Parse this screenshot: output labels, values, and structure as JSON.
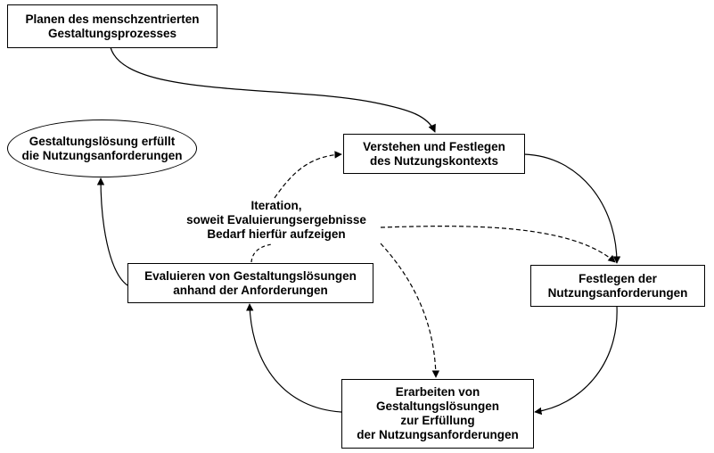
{
  "diagram": {
    "nodes": {
      "plan": {
        "lines": [
          "Planen des menschzentrierten",
          "Gestaltungsprozesses"
        ]
      },
      "context": {
        "lines": [
          "Verstehen und Festlegen",
          "des Nutzungskontexts"
        ]
      },
      "requirements": {
        "lines": [
          "Festlegen der",
          "Nutzungsanforderungen"
        ]
      },
      "design": {
        "lines": [
          "Erarbeiten von",
          "Gestaltungslösungen",
          "zur Erfüllung",
          "der Nutzungsanforderungen"
        ]
      },
      "evaluate": {
        "lines": [
          "Evaluieren von Gestaltungslösungen",
          "anhand der Anforderungen"
        ]
      },
      "done": {
        "lines": [
          "Gestaltungslösung erfüllt",
          "die Nutzungsanforderungen"
        ]
      }
    },
    "iteration_label": {
      "lines": [
        "Iteration,",
        "soweit Evaluierungsergebnisse",
        "Bedarf hierfür aufzeigen"
      ]
    },
    "edges": [
      {
        "from": "plan",
        "to": "context",
        "style": "solid"
      },
      {
        "from": "context",
        "to": "requirements",
        "style": "solid"
      },
      {
        "from": "requirements",
        "to": "design",
        "style": "solid"
      },
      {
        "from": "design",
        "to": "evaluate",
        "style": "solid"
      },
      {
        "from": "evaluate",
        "to": "done",
        "style": "solid"
      },
      {
        "from": "evaluate",
        "to": "context",
        "style": "dashed"
      },
      {
        "from": "evaluate",
        "to": "requirements",
        "style": "dashed"
      },
      {
        "from": "evaluate",
        "to": "design",
        "style": "dashed"
      }
    ],
    "colors": {
      "stroke": "#000000",
      "background": "#ffffff",
      "text": "#000000"
    }
  }
}
